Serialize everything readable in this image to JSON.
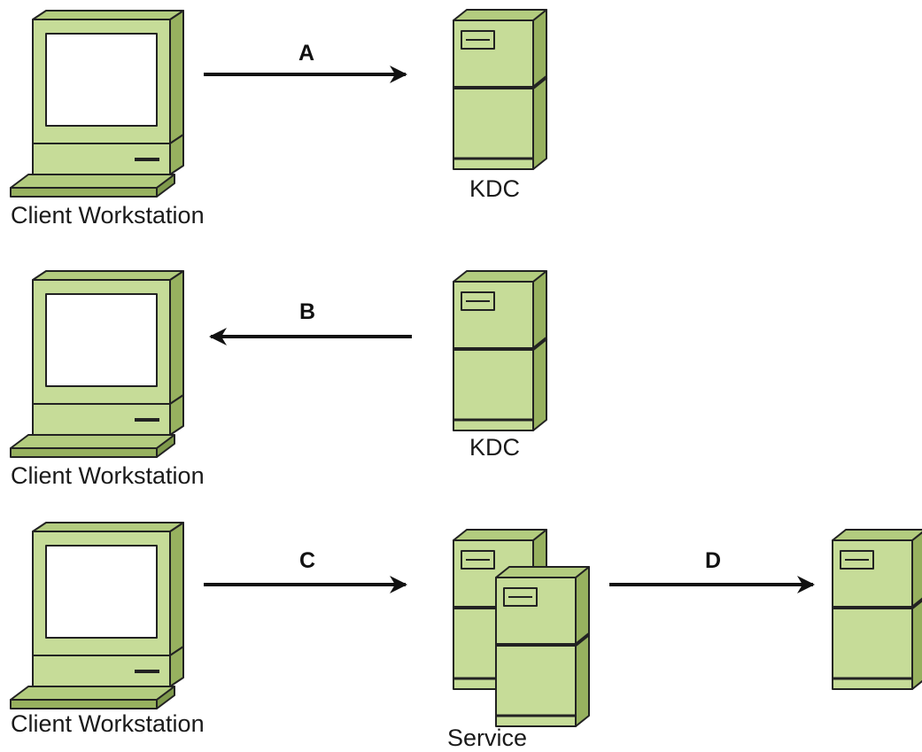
{
  "colors": {
    "face": "#c6dc98",
    "side": "#97b15f",
    "top": "#b3cc7f",
    "dark": "#3a4a1e",
    "screen": "#ffffff",
    "outline": "#222222"
  },
  "rows": [
    {
      "client_label": "Client Workstation",
      "arrow_label": "A",
      "arrow_direction": "right",
      "server_label": "KDC"
    },
    {
      "client_label": "Client Workstation",
      "arrow_label": "B",
      "arrow_direction": "left",
      "server_label": "KDC"
    },
    {
      "client_label": "Client Workstation",
      "arrow_label": "C",
      "arrow_direction": "right",
      "server_label": "Service",
      "second_arrow_label": "D",
      "second_arrow_direction": "right"
    }
  ]
}
